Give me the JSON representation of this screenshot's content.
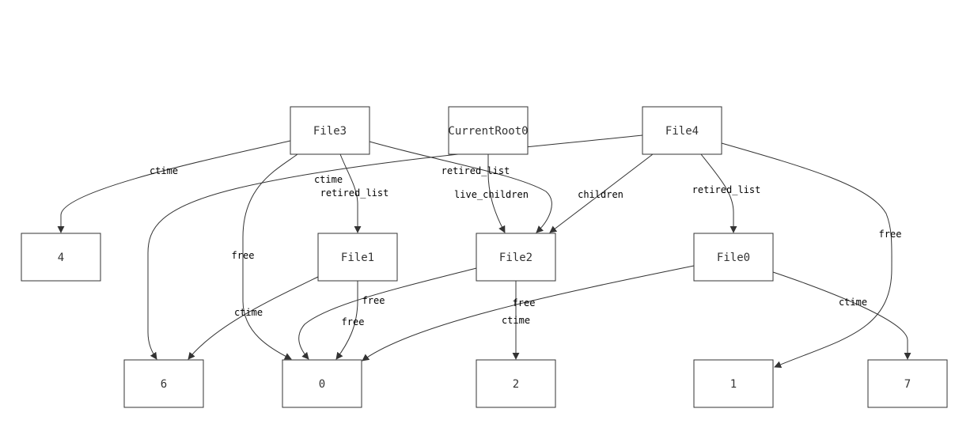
{
  "diagram": {
    "nodes": {
      "file3": "File3",
      "currentroot0": "CurrentRoot0",
      "file4": "File4",
      "n4": "4",
      "file1": "File1",
      "file2": "File2",
      "file0": "File0",
      "n6": "6",
      "n0": "0",
      "n2": "2",
      "n1": "1",
      "n7": "7"
    },
    "edges": [
      {
        "from": "File3",
        "to": "4",
        "label": "ctime"
      },
      {
        "from": "File3",
        "to": "0",
        "label": "free"
      },
      {
        "from": "File3",
        "to": "File1",
        "label": "retired_list"
      },
      {
        "from": "File3",
        "to": "File2",
        "label": "retired_list"
      },
      {
        "from": "CurrentRoot0",
        "to": "File2",
        "label": "live_children"
      },
      {
        "from": "File4",
        "to": "6",
        "label": "ctime"
      },
      {
        "from": "File4",
        "to": "File2",
        "label": "children"
      },
      {
        "from": "File4",
        "to": "File0",
        "label": "retired_list"
      },
      {
        "from": "File4",
        "to": "1",
        "label": "free"
      },
      {
        "from": "File1",
        "to": "6",
        "label": "ctime"
      },
      {
        "from": "File1",
        "to": "0",
        "label": "free"
      },
      {
        "from": "File2",
        "to": "0",
        "label": "free"
      },
      {
        "from": "File2",
        "to": "2",
        "label": "ctime"
      },
      {
        "from": "File0",
        "to": "0",
        "label": "free"
      },
      {
        "from": "File0",
        "to": "7",
        "label": "ctime"
      }
    ]
  }
}
